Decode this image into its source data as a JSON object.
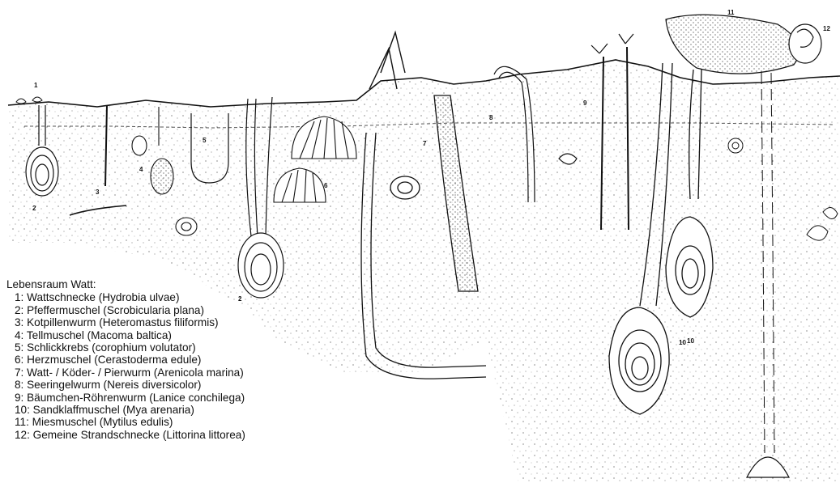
{
  "legend": {
    "title": "Lebensraum Watt:",
    "items": [
      {
        "label": "1: Wattschnecke (Hydrobia ulvae)"
      },
      {
        "label": "2: Pfeffermuschel (Scrobicularia plana)"
      },
      {
        "label": "3: Kotpillenwurm (Heteromastus filiformis)"
      },
      {
        "label": "4: Tellmuschel (Macoma baltica)"
      },
      {
        "label": "5: Schlickkrebs (corophium volutator)"
      },
      {
        "label": "6: Herzmuschel (Cerastoderma edule)"
      },
      {
        "label": "7: Watt- / Köder- / Pierwurm (Arenicola marina)"
      },
      {
        "label": "8: Seeringelwurm (Nereis diversicolor)"
      },
      {
        "label": "9: Bäumchen-Röhrenwurm (Lanice conchilega)"
      },
      {
        "label": "10: Sandklaffmuschel (Mya arenaria)"
      },
      {
        "label": "11: Miesmuschel (Mytilus edulis)"
      },
      {
        "label": "12: Gemeine Strandschnecke (Littorina littorea)"
      }
    ]
  },
  "figure_numbers": [
    "1",
    "2",
    "3",
    "4",
    "5",
    "6",
    "7",
    "8",
    "9",
    "10",
    "11",
    "12",
    "2",
    "10"
  ],
  "colors": {
    "ink": "#111111",
    "background": "#ffffff"
  }
}
